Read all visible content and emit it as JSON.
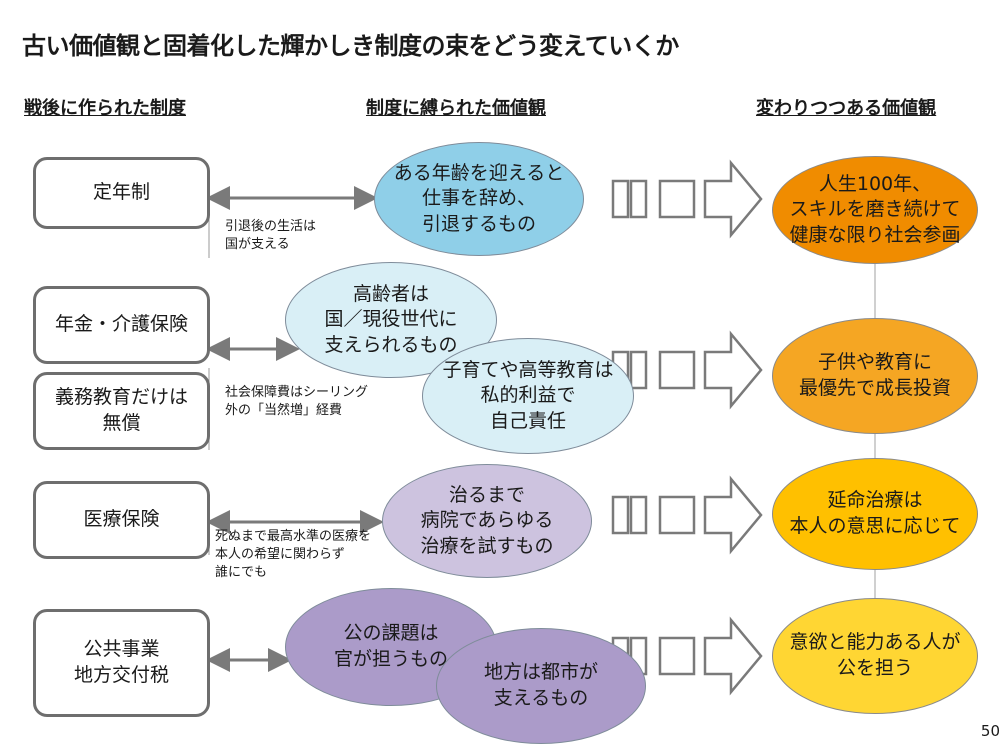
{
  "title": "古い価値観と固着化した輝かしき制度の束をどう変えていくか",
  "columns": {
    "systems": "戦後に作られた制度",
    "bound_values": "制度に縛られた価値観",
    "changing_values": "変わりつつある価値観"
  },
  "systems": {
    "retirement": "定年制",
    "pension": "年金・介護保険",
    "education": "義務教育だけは\n無償",
    "medical": "医療保険",
    "public": "公共事業\n地方交付税"
  },
  "bound_values": {
    "retire": "ある年齢を迎えると\n仕事を辞め、\n引退するもの",
    "elderly": "高齢者は\n国／現役世代に\n支えられるもの",
    "childcare": "子育てや高等教育は\n私的利益で\n自己責任",
    "treatment": "治るまで\n病院であらゆる\n治療を試すもの",
    "public_issue": "公の課題は\n官が担うもの",
    "local": "地方は都市が\n支えるもの"
  },
  "notes": {
    "retire": "引退後の生活は\n国が支える",
    "social": "社会保障費はシーリング\n外の「当然増」経費",
    "medical": "死ぬまで最高水準の医療を\n本人の希望に関わらず\n誰にでも"
  },
  "new_values": {
    "v1": "人生100年、\nスキルを磨き続けて\n健康な限り社会参画",
    "v2": "子供や教育に\n最優先で成長投資",
    "v3": "延命治療は\n本人の意思に応じて",
    "v4": "意欲と能力ある人が\n公を担う"
  },
  "colors": {
    "circle1": "#f08c00",
    "circle2": "#f5a623",
    "circle3": "#ffc000",
    "circle4": "#ffd633"
  },
  "page_number": "50"
}
